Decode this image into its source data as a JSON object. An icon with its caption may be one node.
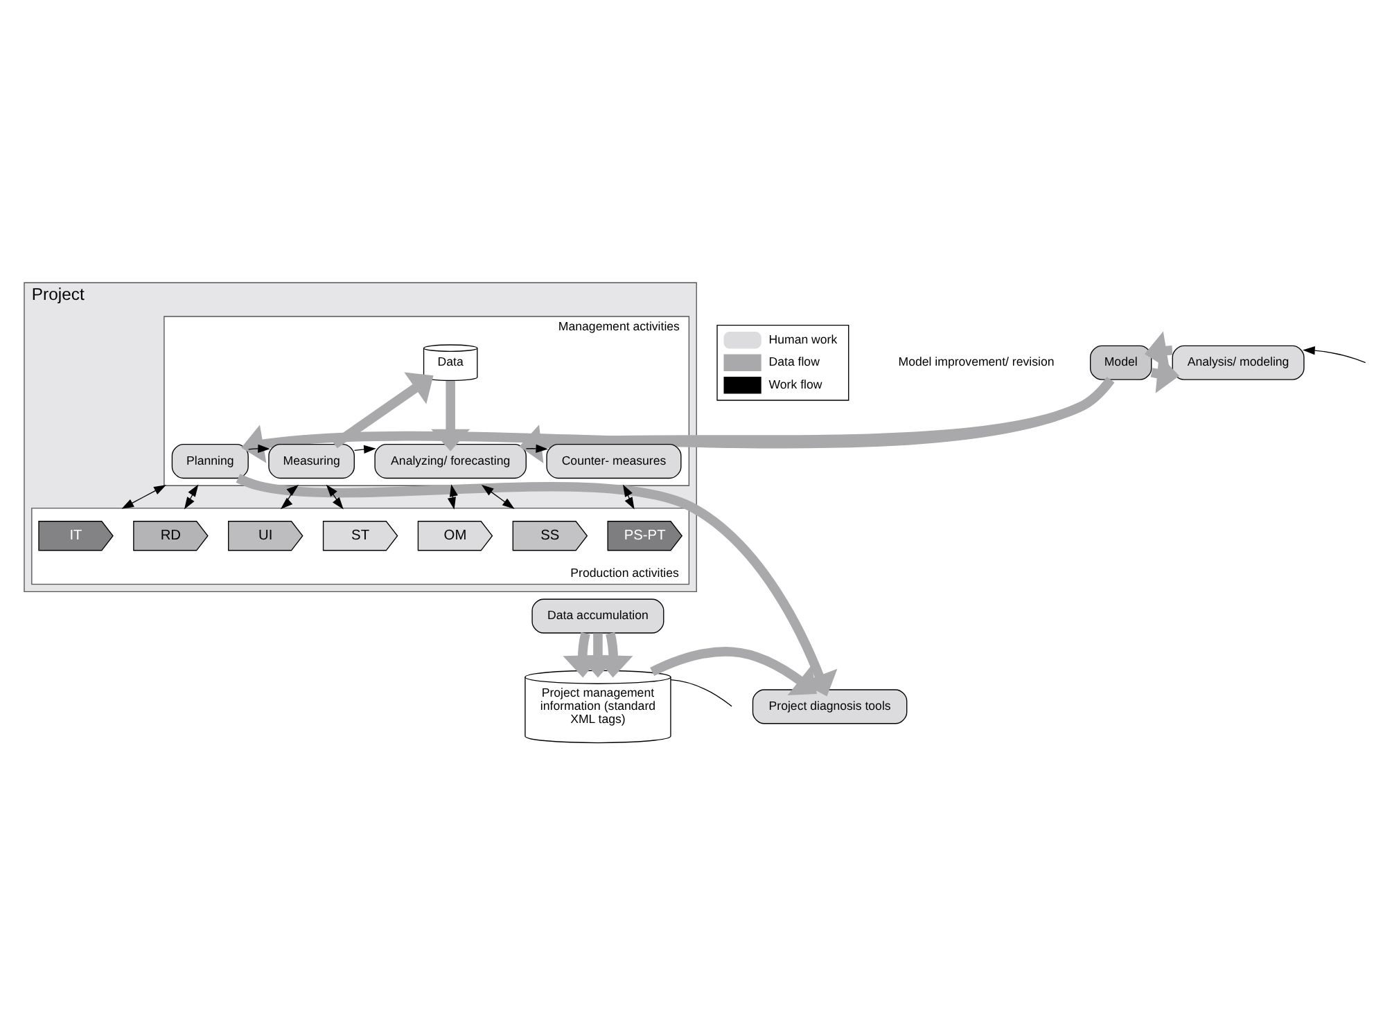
{
  "diagram": {
    "nodes": [
      {
        "text": [
          "Model"
        ]
      },
      {
        "text": [
          "Analysis/ modeling"
        ]
      },
      {
        "text": [
          "Project"
        ]
      },
      {
        "text": [
          "Management activities"
        ],
        "in": 2
      },
      {
        "text": [
          "Planning"
        ],
        "in": 3
      },
      {
        "text": [
          "Data"
        ],
        "in": 3
      },
      {
        "text": [
          "Measuring"
        ],
        "in": 3
      },
      {
        "text": [
          "Analyzing/ forecasting"
        ],
        "in": 3
      },
      {
        "text": [
          "Counter- measures"
        ],
        "in": 3
      },
      {
        "text": [
          "Production activities"
        ],
        "in": 2
      },
      {
        "text": [
          "RD"
        ],
        "in": 9
      },
      {
        "text": [
          "UI"
        ],
        "in": 9
      },
      {
        "text": [
          "SS"
        ],
        "in": 9
      },
      {
        "text": [
          "PS-PT"
        ],
        "in": 9
      },
      {
        "text": [
          "IT"
        ],
        "in": 9
      },
      {
        "text": [
          "ST"
        ],
        "in": 9
      },
      {
        "text": [
          "OM"
        ],
        "in": 9
      },
      {
        "text": [
          "Data accumulation"
        ]
      },
      {
        "text": [
          "Project management information (standard XML tags)"
        ]
      },
      {
        "text": [
          "Project diagnosis tools"
        ]
      }
    ],
    "edges": [
      {
        "from": 0,
        "to": 1,
        "arrow": "to",
        "style": "thick",
        "color": "#a9a9ab"
      },
      {
        "from": 1,
        "to": 0,
        "arrow": "to",
        "style": "thick",
        "color": "#a9a9ab"
      },
      {
        "from": null,
        "to": 1,
        "arrow": "to",
        "color": "#000000"
      },
      {
        "from": 0,
        "to": 4,
        "arrow": "to",
        "style": "thick",
        "color": "#a9a9ab"
      },
      {
        "from": 0,
        "to": 7,
        "arrow": "to",
        "style": "thick",
        "color": "#a9a9ab"
      },
      {
        "from": 6,
        "to": 5,
        "arrow": "to",
        "style": "thick",
        "color": "#a9a9ab"
      },
      {
        "from": 5,
        "to": 7,
        "arrow": "to",
        "style": "thick",
        "color": "#a9a9ab"
      },
      {
        "from": 4,
        "to": 6,
        "arrow": "to",
        "color": "#000000"
      },
      {
        "from": 6,
        "to": 7,
        "arrow": "to",
        "color": "#000000"
      },
      {
        "from": 7,
        "to": 8,
        "arrow": "to",
        "color": "#000000"
      },
      {
        "from": 3,
        "to": 9,
        "arrow": "both",
        "color": "#000000"
      },
      {
        "from": 3,
        "to": 9,
        "arrow": "both",
        "color": "#000000"
      },
      {
        "from": 3,
        "to": 9,
        "arrow": "both",
        "color": "#000000"
      },
      {
        "from": 3,
        "to": 9,
        "arrow": "both",
        "color": "#000000"
      },
      {
        "from": 3,
        "to": 9,
        "arrow": "both",
        "color": "#000000"
      },
      {
        "from": 3,
        "to": 9,
        "arrow": "both",
        "color": "#000000"
      },
      {
        "from": 3,
        "to": 9,
        "arrow": "both",
        "color": "#000000"
      },
      {
        "from": 4,
        "to": 19,
        "arrow": "to",
        "style": "thick",
        "color": "#a9a9ab"
      },
      {
        "from": 17,
        "to": 18,
        "arrow": "to",
        "style": "thick",
        "color": "#a9a9ab"
      },
      {
        "from": 17,
        "to": 18,
        "arrow": "to",
        "style": "thick",
        "color": "#a9a9ab"
      },
      {
        "from": 17,
        "to": 18,
        "arrow": "to",
        "style": "thick",
        "color": "#a9a9ab"
      },
      {
        "from": 18,
        "to": 19,
        "arrow": "to",
        "style": "thick",
        "color": "#a9a9ab"
      },
      {
        "from": 18,
        "to": null,
        "arrow": "none",
        "color": "#000000"
      }
    ],
    "labels": [
      "Model improvement/ revision"
    ],
    "legend": [
      {
        "text": "Human work",
        "color": "#dcdcde"
      },
      {
        "text": "Data flow"
      },
      {
        "text": "Work flow"
      }
    ]
  }
}
